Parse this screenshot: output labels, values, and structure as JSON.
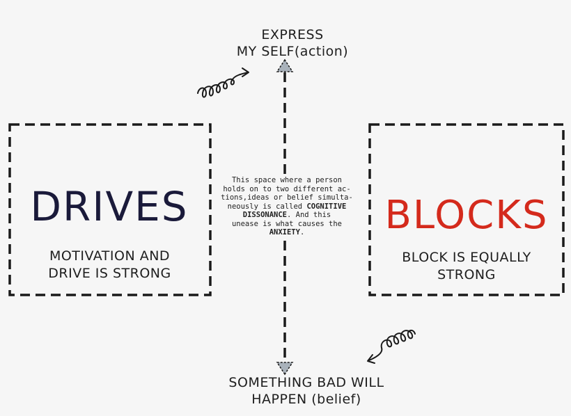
{
  "top_label": {
    "line1": "EXPRESS",
    "line2": "MY SELF(action)"
  },
  "bottom_label": {
    "line1": "SOMETHING BAD WILL",
    "line2": "HAPPEN (belief)"
  },
  "drives": {
    "title": "DRIVES",
    "title_color": "#1a1a3a",
    "desc_line1": "MOTIVATION AND",
    "desc_line2": "DRIVE IS STRONG"
  },
  "blocks": {
    "title": "BLOCKS",
    "title_color": "#d42a1c",
    "desc_line1": "BLOCK IS EQUALLY",
    "desc_line2": "STRONG"
  },
  "center_note": {
    "l1": "This space where a person",
    "l2": "holds on to two different ac-",
    "l3": "tions,ideas or belief simulta-",
    "l4a": "neously is called ",
    "l4b": "COGNITIVE",
    "l5a": "DISSONANCE",
    "l5b": ". And this",
    "l6": "unease is what causes the",
    "l7a": "ANXIETY",
    "l7b": "."
  },
  "icons": [
    "squiggle-arrow-icon",
    "squiggle-arrow-icon"
  ],
  "colors": {
    "line": "#1a1a1a",
    "arrowhead": "#a9b2bb",
    "background": "#f6f6f6"
  }
}
